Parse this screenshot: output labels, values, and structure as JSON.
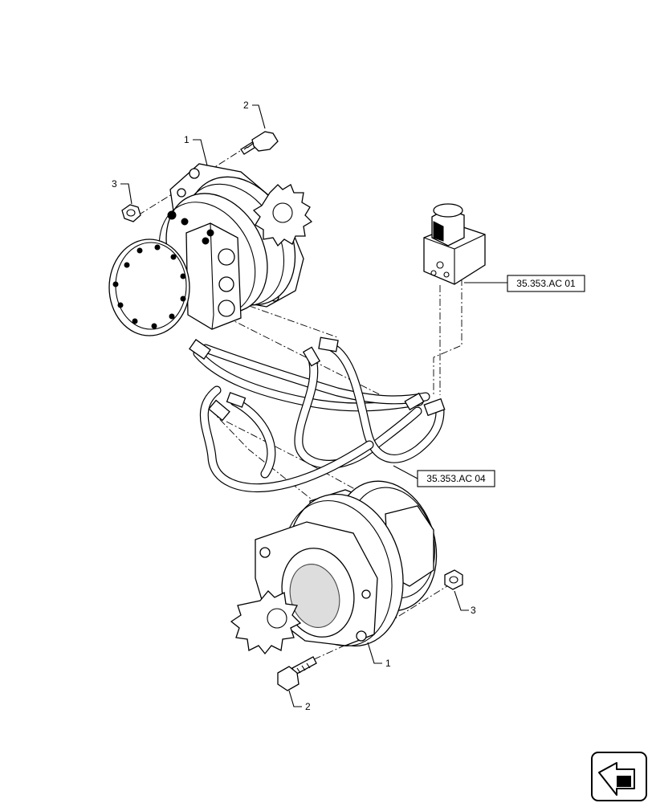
{
  "callouts": {
    "motor_top": "1",
    "bolt_top": "2",
    "nut_top": "3",
    "motor_bottom": "1",
    "bolt_bottom": "2",
    "nut_bottom": "3"
  },
  "references": {
    "valve_ref": "35.353.AC 01",
    "hose_ref": "35.353.AC 04"
  },
  "icons": {
    "orientation": "orientation-arrow-icon"
  }
}
